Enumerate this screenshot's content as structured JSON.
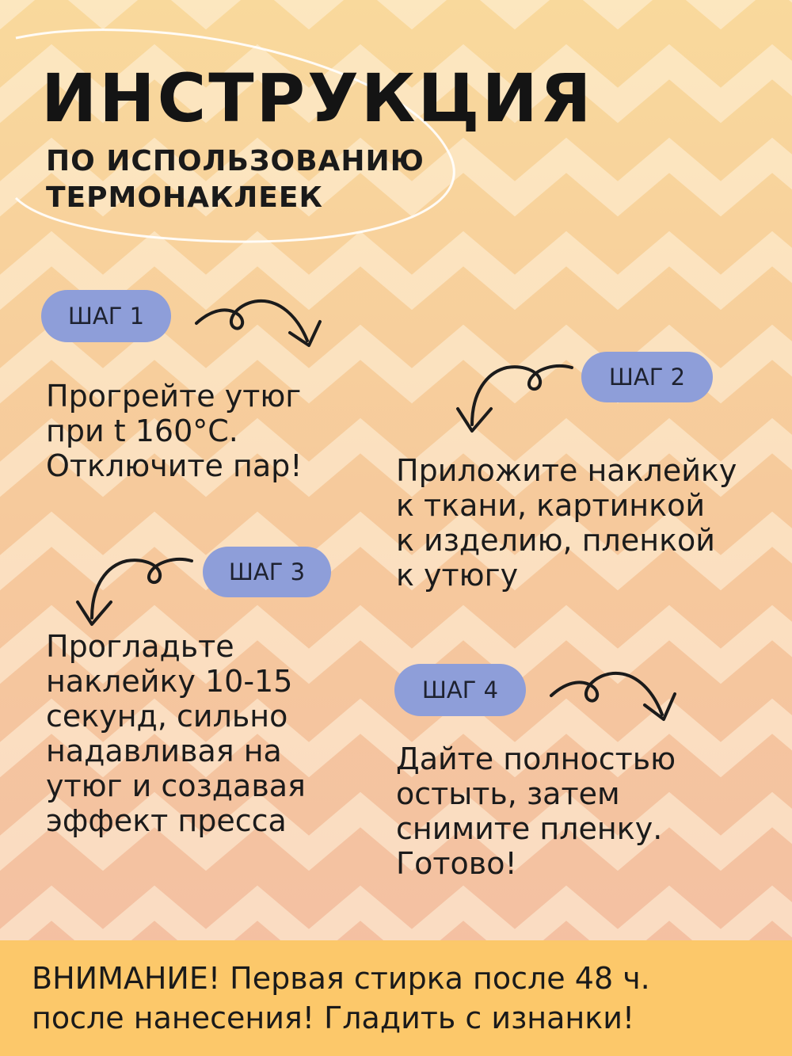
{
  "header": {
    "title": "ИНСТРУКЦИЯ",
    "subtitle_line1": "ПО ИСПОЛЬЗОВАНИЮ",
    "subtitle_line2": "ТЕРМОНАКЛЕЕК"
  },
  "steps": [
    {
      "label": "ШАГ 1",
      "text": "Прогрейте утюг\nпри t 160°C.\nОтключите пар!"
    },
    {
      "label": "ШАГ 2",
      "text": "Приложите наклейку\nк ткани, картинкой\nк изделию, пленкой\nк утюгу"
    },
    {
      "label": "ШАГ 3",
      "text": "Прогладьте\nнаклейку 10-15\nсекунд, сильно\nнадавливая на\nутюг и создавая\nэффект пресса"
    },
    {
      "label": "ШАГ 4",
      "text": "Дайте полностью\nостыть, затем\nснимите пленку.\nГотово!"
    }
  ],
  "warning": {
    "text": "ВНИМАНИЕ! Первая стирка после 48 ч.\nпосле нанесения! Гладить с изнанки!"
  },
  "colors": {
    "background_top": "#f8d79a",
    "background_bottom": "#f3bfa0",
    "pill": "#8e9ed9",
    "banner": "#fcc86a",
    "text": "#1b1b1b"
  }
}
